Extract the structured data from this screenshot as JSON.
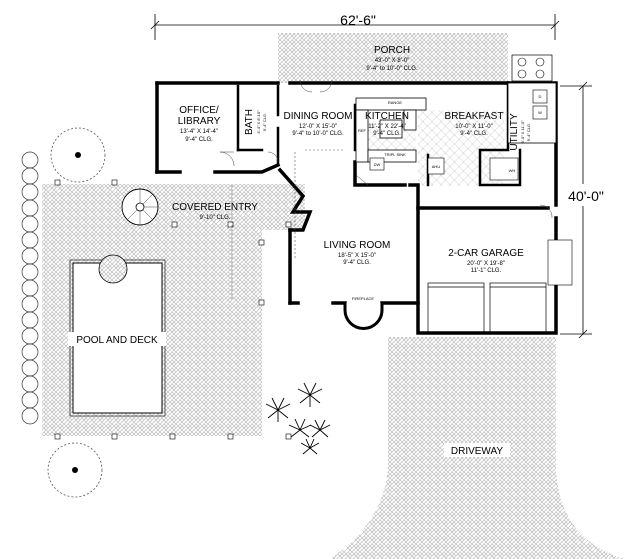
{
  "dimensions": {
    "overall_width": "62'-6\"",
    "overall_depth": "40'-0\""
  },
  "rooms": [
    {
      "id": "porch",
      "name": "PORCH",
      "size": "43'-0\" X 8'-0\"",
      "clg": "9'-4\" to 10'-0\" CLG."
    },
    {
      "id": "office",
      "name_line1": "OFFICE/",
      "name_line2": "LIBRARY",
      "size": "13'-4\" X 14'-4\"",
      "clg": "9'-4\" CLG."
    },
    {
      "id": "bath",
      "name": "BATH",
      "size": "5'-4\" X 8'-10\"",
      "clg": "9'-4\" CLG."
    },
    {
      "id": "dining",
      "name": "DINING ROOM",
      "size": "12'-0\" X 15'-0\"",
      "clg": "9'-4\" to 10'-0\" CLG."
    },
    {
      "id": "kitchen",
      "name": "KITCHEN",
      "size": "11'-2\" X 22'-4\"",
      "clg": "9'-4\" CLG."
    },
    {
      "id": "breakfast",
      "name": "BREAKFAST",
      "size": "10'-0\" X 11'-0\"",
      "clg": "9'-4\" CLG."
    },
    {
      "id": "utility",
      "name": "UTILITY",
      "size": "6'-0\" X 11'-0\"",
      "clg": "9'-4\" CLG."
    },
    {
      "id": "covered_entry",
      "name": "COVERED ENTRY",
      "clg": "9'-10\" CLG."
    },
    {
      "id": "living",
      "name": "LIVING ROOM",
      "size": "18'-5\" X 15'-0\"",
      "clg": "9'-4\" CLG."
    },
    {
      "id": "garage",
      "name": "2-CAR GARAGE",
      "size": "20'-0\" X 19'-8\"",
      "clg": "11'-1\" CLG."
    },
    {
      "id": "pool",
      "name": "POOL AND DECK"
    },
    {
      "id": "driveway",
      "name": "DRIVEWAY"
    }
  ],
  "fixtures": {
    "range": "RANGE",
    "ref": "REF",
    "triple_sink": "TRIPL SINK",
    "dw": "DW",
    "ahu": "AHU",
    "wh": "WH",
    "dryer": "D",
    "washer": "W",
    "fireplace": "FIREPLACE"
  }
}
